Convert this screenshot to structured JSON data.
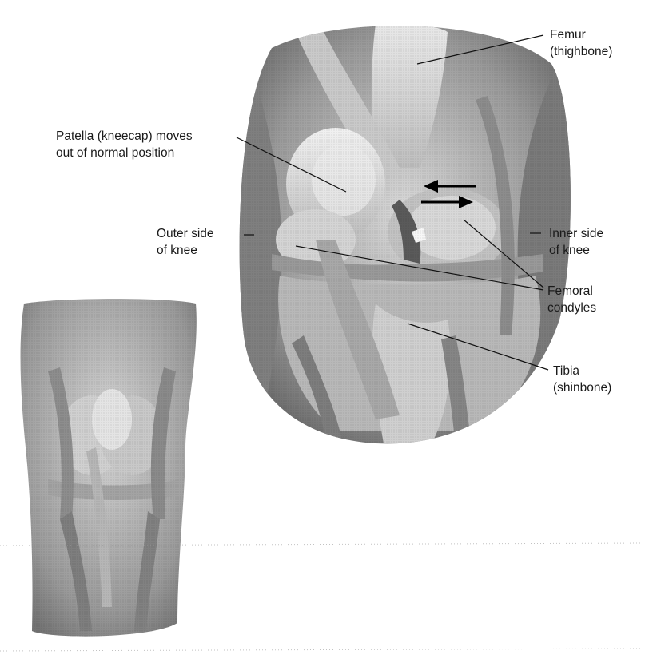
{
  "labels": {
    "femur": {
      "line1": "Femur",
      "line2": "(thighbone)"
    },
    "patella": {
      "line1": "Patella (kneecap) moves",
      "line2": "out of normal position"
    },
    "outer_side": {
      "line1": "Outer side",
      "line2": "of knee"
    },
    "inner_side": {
      "line1": "Inner side",
      "line2": "of knee"
    },
    "femoral_condyles": {
      "line1": "Femoral",
      "line2": "condyles"
    },
    "tibia": {
      "line1": "Tibia",
      "line2": "(shinbone)"
    }
  },
  "colors": {
    "tissue_dark": "#7a7a7a",
    "tissue_mid": "#b5b5b5",
    "tissue_light": "#e6e6e6",
    "ink": "#1a1a1a"
  },
  "icons": {
    "motion_arrows": "left-right-arrows"
  }
}
